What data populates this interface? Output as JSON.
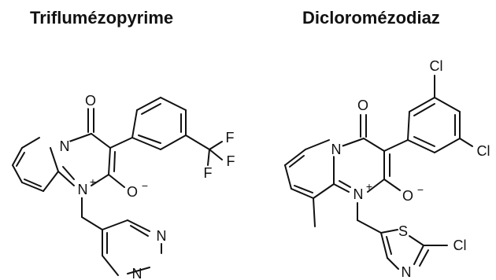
{
  "titles": {
    "left": "Triflumézopyrime",
    "right": "Dicloromézodiaz"
  },
  "molecules": {
    "left": {
      "atoms": {
        "O_carbonyl": "O",
        "N_ring": "N",
        "N_plus": "N",
        "N_plus_charge": "+",
        "O_minus": "O",
        "O_minus_charge": "−",
        "F1": "F",
        "F2": "F",
        "F3": "F",
        "N_pyr1": "N",
        "N_pyr2": "N"
      }
    },
    "right": {
      "atoms": {
        "Cl_top": "Cl",
        "Cl_right": "Cl",
        "O_carbonyl": "O",
        "N_ring": "N",
        "N_plus": "N",
        "N_plus_charge": "+",
        "O_minus": "O",
        "O_minus_charge": "−",
        "S": "S",
        "Cl_thiazole": "Cl",
        "N_thiazole": "N"
      }
    }
  }
}
